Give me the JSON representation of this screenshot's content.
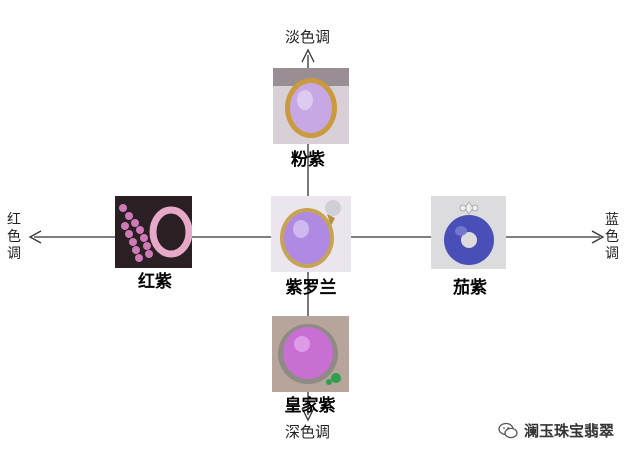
{
  "axis_labels": {
    "top": "淡色调",
    "bottom": "深色调",
    "left": "红色调",
    "right": "蓝色调"
  },
  "varieties": {
    "pink_purple": "粉紫",
    "red_purple": "红紫",
    "violet": "紫罗兰",
    "eggplant_purple": "茄紫",
    "royal_purple": "皇家紫"
  },
  "watermark": "澜玉珠宝翡翠",
  "colors": {
    "axis": "#333333",
    "pink_purple_stone": "#c8a8e4",
    "red_purple_stone": "#cf7ab6",
    "violet_stone": "#b08ae2",
    "eggplant_stone": "#4a4fb8",
    "royal_stone": "#c86fd4"
  }
}
